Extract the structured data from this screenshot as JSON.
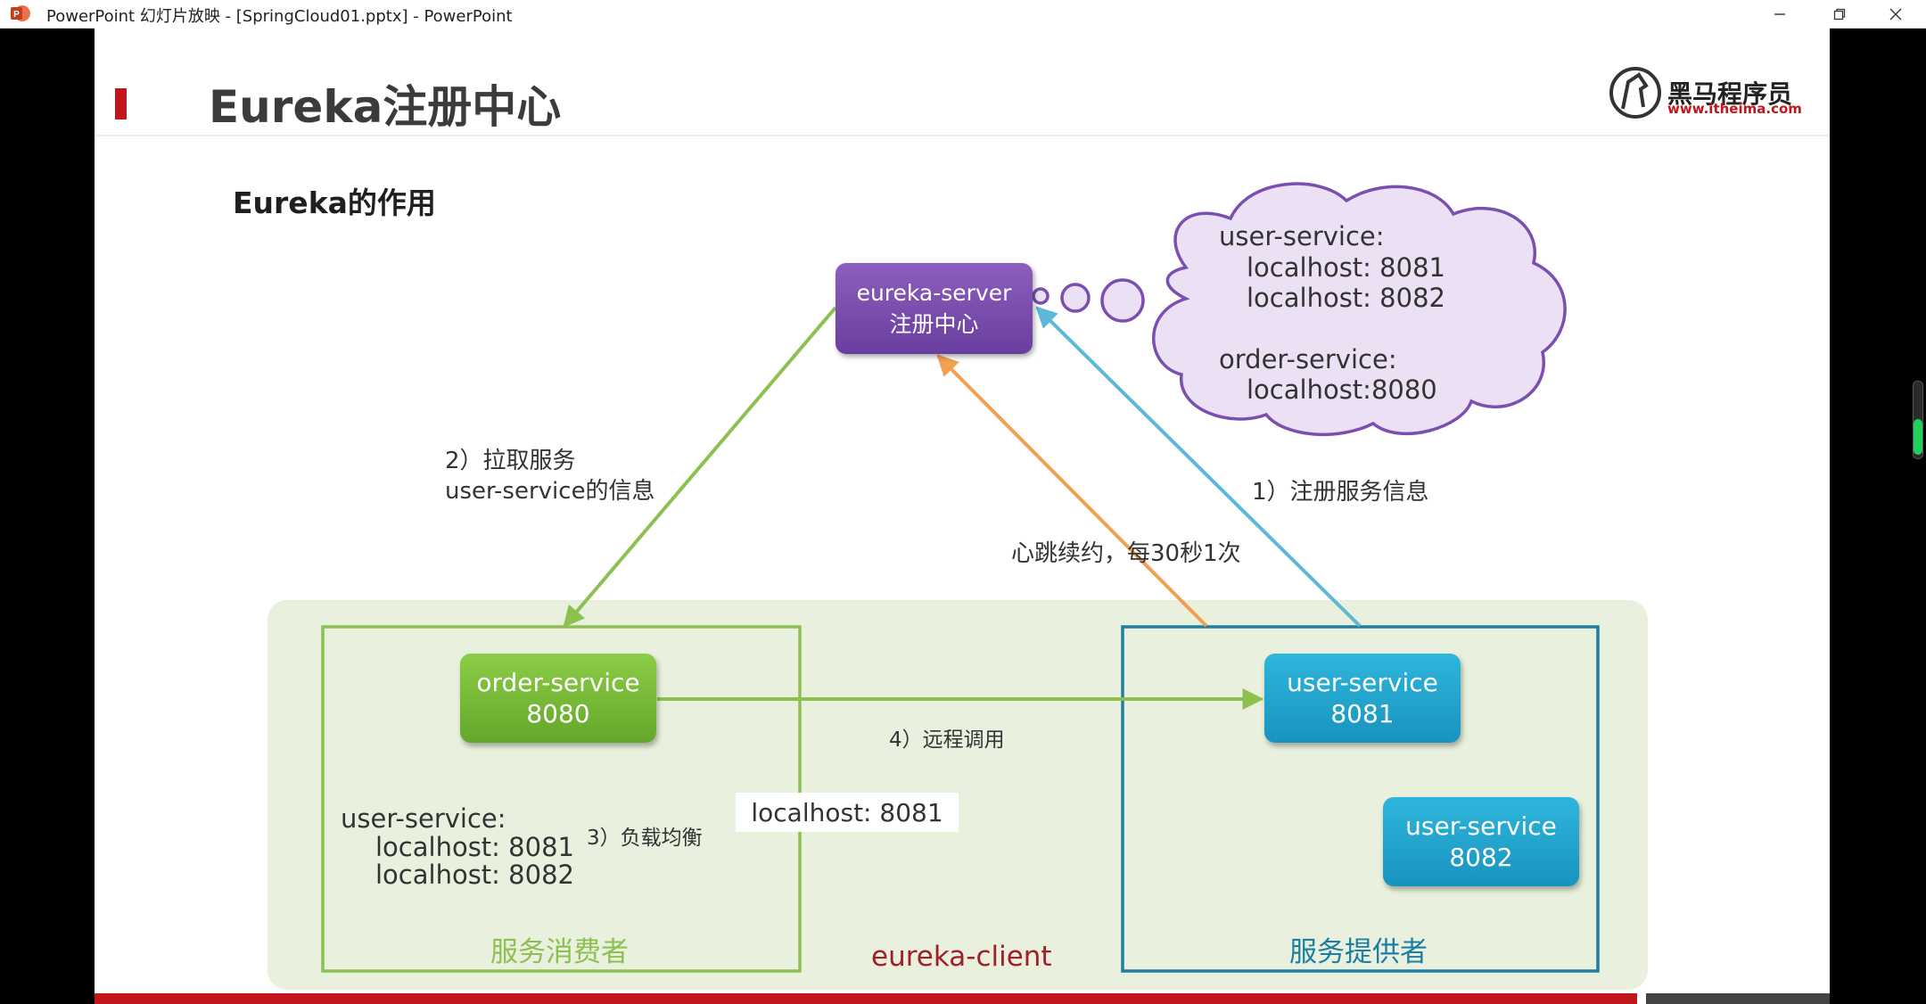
{
  "window": {
    "title": "PowerPoint 幻灯片放映 - [SpringCloud01.pptx] - PowerPoint",
    "app_icon": "powerpoint-icon",
    "controls": [
      "minimize-icon",
      "restore-icon",
      "close-icon"
    ]
  },
  "slide": {
    "title": "Eureka注册中心",
    "subtitle": "Eureka的作用",
    "logo": {
      "name": "黑马程序员",
      "url": "www.itheima.com"
    },
    "accent_color": "#c0161c",
    "nodes": {
      "eureka": {
        "line1": "eureka-server",
        "line2": "注册中心"
      },
      "order": {
        "line1": "order-service",
        "line2": "8080"
      },
      "user1": {
        "line1": "user-service",
        "line2": "8081"
      },
      "user2": {
        "line1": "user-service",
        "line2": "8082"
      }
    },
    "cloud": {
      "lines": [
        "user-service:",
        "localhost: 8081",
        "localhost: 8082",
        "order-service:",
        "localhost:8080"
      ]
    },
    "labels": {
      "pull_line1": "2）拉取服务",
      "pull_line2": "user-service的信息",
      "register": "1）注册服务信息",
      "heartbeat": "心跳续约，每30秒1次",
      "remote_call": "4）远程调用",
      "load_balance": "3）负载均衡",
      "selected_host": "localhost: 8081"
    },
    "consumer_list": [
      "user-service:",
      "localhost: 8081",
      "localhost: 8082"
    ],
    "groups": {
      "consumer": "服务消费者",
      "provider": "服务提供者",
      "client": "eureka-client"
    },
    "colors": {
      "purple": "#7a4fb0",
      "green": "#8cc152",
      "blue": "#1a7fa3",
      "orange": "#f0a050",
      "light_blue": "#5db8d8"
    }
  }
}
